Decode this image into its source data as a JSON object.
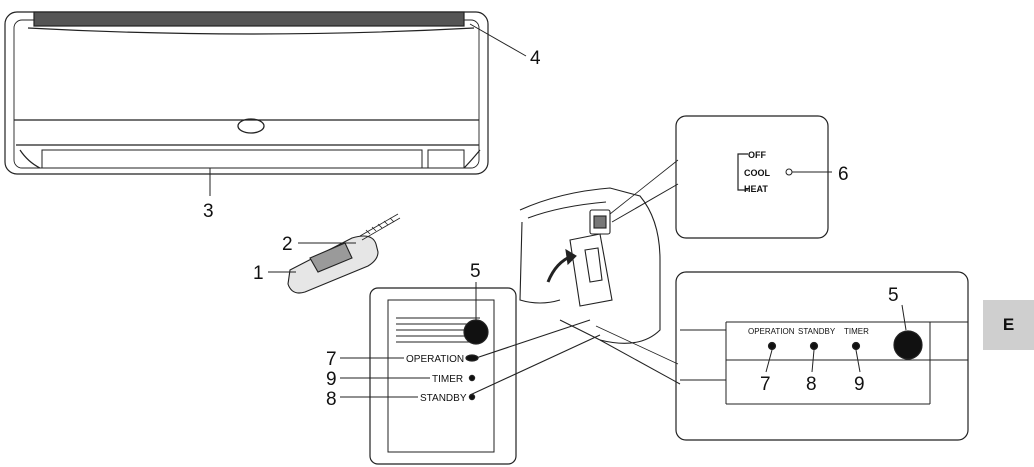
{
  "callouts": {
    "remote_control": "1",
    "remote_sensor": "2",
    "air_outlet": "3",
    "air_inlet": "4",
    "emergency_button": "5",
    "switch": "6",
    "operation_lamp": "7",
    "standby_lamp": "8",
    "timer_lamp": "9"
  },
  "switch_labels": {
    "off": "OFF",
    "cool": "COOL",
    "heat": "HEAT"
  },
  "panel_left": {
    "operation": "OPERATION",
    "timer": "TIMER",
    "standby": "STANDBY"
  },
  "panel_right": {
    "operation": "OPERATION",
    "standby": "STANDBY",
    "timer": "TIMER"
  },
  "side_tab": "E"
}
